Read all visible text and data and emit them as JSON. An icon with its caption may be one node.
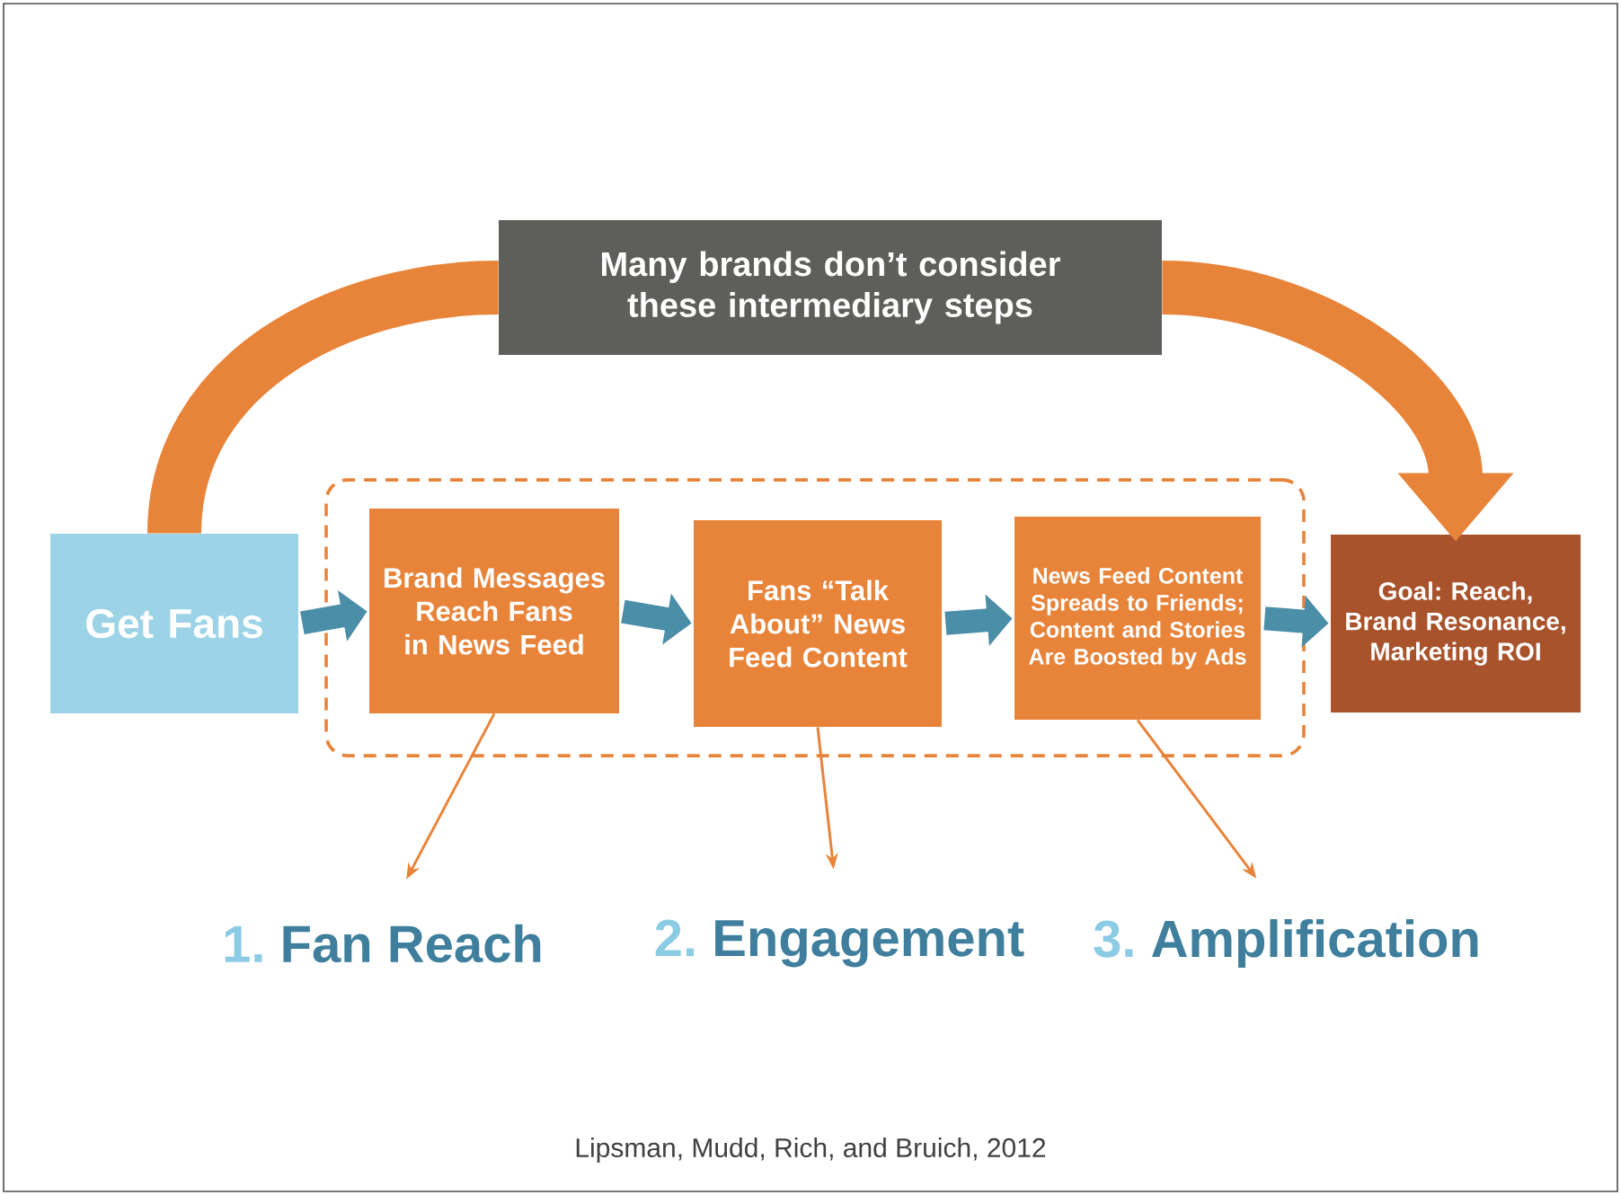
{
  "diagram": {
    "nodes": [
      {
        "text": [
          "Many brands don’t consider these intermediary steps"
        ]
      },
      {
        "text": [
          "Get Fans"
        ]
      },
      {
        "text": [],
        "shape": "box"
      },
      {
        "text": [
          "Brand Messages Reach Fans in News Feed"
        ],
        "in": 2
      },
      {
        "text": [
          "Fans “Talk About” News Feed Content"
        ],
        "in": 2
      },
      {
        "text": [
          "News Feed Content Spreads to Friends; Content and Stories Are Boosted by Ads"
        ],
        "in": 2
      },
      {
        "text": [
          "Goal: Reach, Brand Resonance, Marketing ROI"
        ]
      },
      {
        "text": [
          "1.",
          "Fan Reach"
        ]
      },
      {
        "text": [
          "2.",
          "Engagement"
        ]
      },
      {
        "text": [
          "3.",
          "Amplification"
        ]
      }
    ],
    "edges": [
      {
        "from": 1,
        "to": 0,
        "arrow": "none",
        "style": "thick",
        "color": "#e8843a"
      },
      {
        "from": 0,
        "to": 6,
        "arrow": "to",
        "style": "thick",
        "color": "#e8843a"
      },
      {
        "from": 1,
        "to": 3,
        "arrow": "to",
        "color": "#4b8ea8"
      },
      {
        "from": 3,
        "to": 4,
        "arrow": "to",
        "color": "#4b8ea8"
      },
      {
        "from": 4,
        "to": 5,
        "arrow": "to",
        "color": "#4b8ea8"
      },
      {
        "from": 5,
        "to": 6,
        "arrow": "to",
        "color": "#4b8ea8"
      },
      {
        "from": 3,
        "to": 7,
        "arrow": "to",
        "color": "#e8843a"
      },
      {
        "from": 4,
        "to": 8,
        "arrow": "to",
        "color": "#e8843a"
      },
      {
        "from": 5,
        "to": 9,
        "arrow": "to",
        "color": "#e8843a"
      }
    ],
    "caption": "Lipsman, Mudd, Rich, and Bruich, 2012"
  }
}
